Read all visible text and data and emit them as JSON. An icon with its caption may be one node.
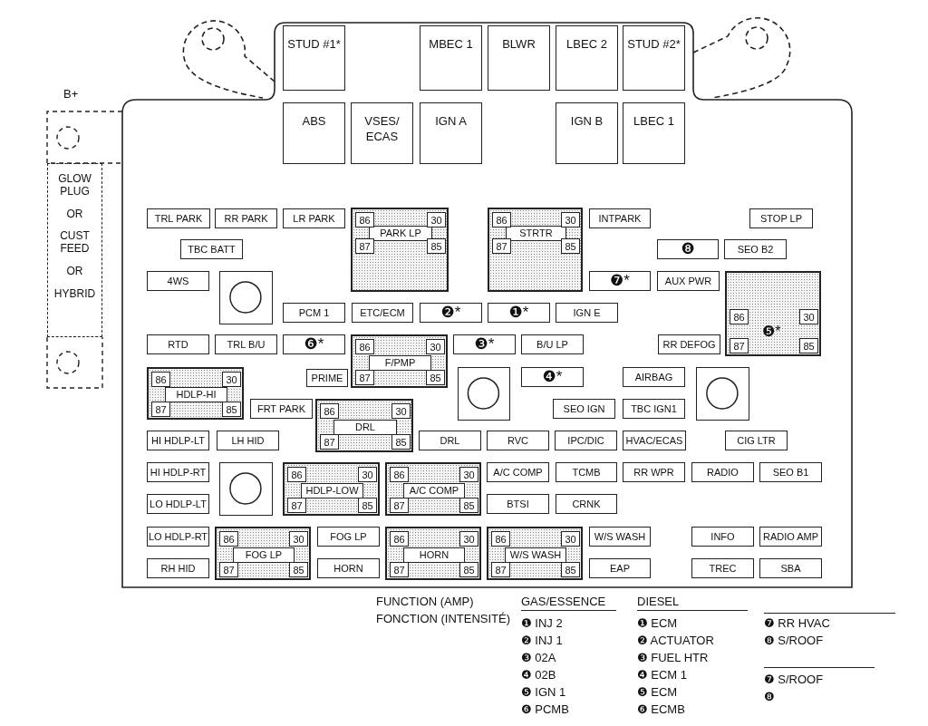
{
  "diagram": {
    "nodes": [
      {
        "text": [
          "GLOW PLUG",
          "OR",
          "CUST FEED",
          "OR",
          "HYBRID"
        ]
      },
      {
        "text": [],
        "shape": "box"
      },
      {
        "text": [
          "STUD #1*"
        ],
        "in": 1
      },
      {
        "text": [
          "MBEC 1"
        ],
        "in": 1
      },
      {
        "text": [
          "BLWR"
        ],
        "in": 1
      },
      {
        "text": [
          "LBEC 2"
        ],
        "in": 1
      },
      {
        "text": [
          "STUD #2*"
        ],
        "in": 1
      },
      {
        "text": [
          "ABS"
        ],
        "in": 1
      },
      {
        "text": [
          "VSES/ ECAS"
        ],
        "in": 1
      },
      {
        "text": [
          "IGN A"
        ],
        "in": 1
      },
      {
        "text": [
          "IGN B"
        ],
        "in": 1
      },
      {
        "text": [
          "LBEC 1"
        ],
        "in": 1
      },
      {
        "text": [
          "TRL PARK"
        ],
        "in": 1
      },
      {
        "text": [
          "RR PARK"
        ],
        "in": 1
      },
      {
        "text": [
          "LR PARK"
        ],
        "in": 1
      },
      {
        "text": [
          "PARK LP"
        ],
        "in": 1
      },
      {
        "text": [
          "86"
        ],
        "in": 15
      },
      {
        "text": [
          "30"
        ],
        "in": 15
      },
      {
        "text": [
          "87"
        ],
        "in": 15
      },
      {
        "text": [
          "85"
        ],
        "in": 15
      },
      {
        "text": [
          "STRTR"
        ],
        "in": 1
      },
      {
        "text": [
          "86"
        ],
        "in": 20
      },
      {
        "text": [
          "30"
        ],
        "in": 20
      },
      {
        "text": [
          "87"
        ],
        "in": 20
      },
      {
        "text": [
          "85"
        ],
        "in": 20
      },
      {
        "text": [
          "INTPARK"
        ],
        "in": 1
      },
      {
        "text": [
          "STOP LP"
        ],
        "in": 1
      },
      {
        "text": [
          "TBC BATT"
        ],
        "in": 1
      },
      {
        "text": [
          "❽"
        ],
        "in": 1
      },
      {
        "text": [
          "SEO B2"
        ],
        "in": 1
      },
      {
        "text": [
          "4WS"
        ],
        "in": 1
      },
      {
        "text": [],
        "shape": "box",
        "in": 1
      },
      {
        "text": [
          "❼*"
        ],
        "in": 1
      },
      {
        "text": [
          "AUX PWR"
        ],
        "in": 1
      },
      {
        "text": [
          "❺*"
        ],
        "in": 1
      },
      {
        "text": [
          "86"
        ],
        "in": 34
      },
      {
        "text": [
          "30"
        ],
        "in": 34
      },
      {
        "text": [
          "87"
        ],
        "in": 34
      },
      {
        "text": [
          "85"
        ],
        "in": 34
      },
      {
        "text": [
          "PCM 1"
        ],
        "in": 1
      },
      {
        "text": [
          "ETC/ECM"
        ],
        "in": 1
      },
      {
        "text": [
          "❷*"
        ],
        "in": 1
      },
      {
        "text": [
          "❶*"
        ],
        "in": 1
      },
      {
        "text": [
          "IGN E"
        ],
        "in": 1
      },
      {
        "text": [
          "RTD"
        ],
        "in": 1
      },
      {
        "text": [
          "TRL B/U"
        ],
        "in": 1
      },
      {
        "text": [
          "❻*"
        ],
        "in": 1
      },
      {
        "text": [
          "F/PMP"
        ],
        "in": 1
      },
      {
        "text": [
          "86"
        ],
        "in": 47
      },
      {
        "text": [
          "30"
        ],
        "in": 47
      },
      {
        "text": [
          "87"
        ],
        "in": 47
      },
      {
        "text": [
          "85"
        ],
        "in": 47
      },
      {
        "text": [
          "❸*"
        ],
        "in": 1
      },
      {
        "text": [
          "B/U LP"
        ],
        "in": 1
      },
      {
        "text": [
          "RR DEFOG"
        ],
        "in": 1
      },
      {
        "text": [
          "HDLP-HI"
        ],
        "in": 1
      },
      {
        "text": [
          "86"
        ],
        "in": 55
      },
      {
        "text": [
          "30"
        ],
        "in": 55
      },
      {
        "text": [
          "87"
        ],
        "in": 55
      },
      {
        "text": [
          "85"
        ],
        "in": 55
      },
      {
        "text": [
          "PRIME"
        ],
        "in": 1
      },
      {
        "text": [],
        "shape": "box",
        "in": 1
      },
      {
        "text": [
          "❹*"
        ],
        "in": 1
      },
      {
        "text": [
          "AIRBAG"
        ],
        "in": 1
      },
      {
        "text": [],
        "shape": "box",
        "in": 1
      },
      {
        "text": [
          "FRT PARK"
        ],
        "in": 1
      },
      {
        "text": [
          "DRL"
        ],
        "in": 1
      },
      {
        "text": [
          "86"
        ],
        "in": 66
      },
      {
        "text": [
          "30"
        ],
        "in": 66
      },
      {
        "text": [
          "87"
        ],
        "in": 66
      },
      {
        "text": [
          "85"
        ],
        "in": 66
      },
      {
        "text": [
          "SEO IGN"
        ],
        "in": 1
      },
      {
        "text": [
          "TBC IGN1"
        ],
        "in": 1
      },
      {
        "text": [
          "HI HDLP-LT"
        ],
        "in": 1
      },
      {
        "text": [
          "LH HID"
        ],
        "in": 1
      },
      {
        "text": [
          "DRL"
        ],
        "in": 1
      },
      {
        "text": [
          "RVC"
        ],
        "in": 1
      },
      {
        "text": [
          "IPC/DIC"
        ],
        "in": 1
      },
      {
        "text": [
          "HVAC/ECAS"
        ],
        "in": 1
      },
      {
        "text": [
          "CIG LTR"
        ],
        "in": 1
      },
      {
        "text": [
          "HI HDLP-RT"
        ],
        "in": 1
      },
      {
        "text": [],
        "shape": "box",
        "in": 1
      },
      {
        "text": [
          "HDLP-LOW"
        ],
        "in": 1
      },
      {
        "text": [
          "86"
        ],
        "in": 82
      },
      {
        "text": [
          "30"
        ],
        "in": 82
      },
      {
        "text": [
          "87"
        ],
        "in": 82
      },
      {
        "text": [
          "85"
        ],
        "in": 82
      },
      {
        "text": [
          "A/C COMP"
        ],
        "in": 1
      },
      {
        "text": [
          "86"
        ],
        "in": 87
      },
      {
        "text": [
          "30"
        ],
        "in": 87
      },
      {
        "text": [
          "87"
        ],
        "in": 87
      },
      {
        "text": [
          "85"
        ],
        "in": 87
      },
      {
        "text": [
          "A/C COMP"
        ],
        "in": 1
      },
      {
        "text": [
          "TCMB"
        ],
        "in": 1
      },
      {
        "text": [
          "RR WPR"
        ],
        "in": 1
      },
      {
        "text": [
          "RADIO"
        ],
        "in": 1
      },
      {
        "text": [
          "SEO B1"
        ],
        "in": 1
      },
      {
        "text": [
          "LO HDLP-LT"
        ],
        "in": 1
      },
      {
        "text": [
          "BTSI"
        ],
        "in": 1
      },
      {
        "text": [
          "CRNK"
        ],
        "in": 1
      },
      {
        "text": [
          "LO HDLP-RT"
        ],
        "in": 1
      },
      {
        "text": [
          "FOG LP"
        ],
        "in": 1
      },
      {
        "text": [
          "86"
        ],
        "in": 101
      },
      {
        "text": [
          "30"
        ],
        "in": 101
      },
      {
        "text": [
          "87"
        ],
        "in": 101
      },
      {
        "text": [
          "85"
        ],
        "in": 101
      },
      {
        "text": [
          "FOG LP"
        ],
        "in": 1
      },
      {
        "text": [
          "HORN"
        ],
        "in": 1
      },
      {
        "text": [
          "86"
        ],
        "in": 107
      },
      {
        "text": [
          "30"
        ],
        "in": 107
      },
      {
        "text": [
          "87"
        ],
        "in": 107
      },
      {
        "text": [
          "85"
        ],
        "in": 107
      },
      {
        "text": [
          "W/S WASH"
        ],
        "in": 1
      },
      {
        "text": [
          "86"
        ],
        "in": 112
      },
      {
        "text": [
          "30"
        ],
        "in": 112
      },
      {
        "text": [
          "87"
        ],
        "in": 112
      },
      {
        "text": [
          "85"
        ],
        "in": 112
      },
      {
        "text": [
          "W/S WASH"
        ],
        "in": 1
      },
      {
        "text": [
          "INFO"
        ],
        "in": 1
      },
      {
        "text": [
          "RADIO AMP"
        ],
        "in": 1
      },
      {
        "text": [
          "RH HID"
        ],
        "in": 1
      },
      {
        "text": [
          "HORN"
        ],
        "in": 1
      },
      {
        "text": [
          "EAP"
        ],
        "in": 1
      },
      {
        "text": [
          "TREC"
        ],
        "in": 1
      },
      {
        "text": [
          "SBA"
        ],
        "in": 1
      }
    ],
    "edges": [],
    "labels": [
      "B+",
      "FUNCTION (AMP)",
      "FONCTION (INTENSITÉ)",
      "GAS/ESSENCE",
      "❶ INJ 2",
      "❷ INJ 1",
      "❸ 02A",
      "❹ 02B",
      "❺ IGN 1",
      "❻ PCMB",
      "DIESEL",
      "❶ ECM",
      "❷ ACTUATOR",
      "❸ FUEL HTR",
      "❹ ECM 1",
      "❺ ECM",
      "❻ ECMB",
      "❼ RR HVAC",
      "❽ S/ROOF",
      "❼ S/ROOF",
      "❽"
    ]
  }
}
